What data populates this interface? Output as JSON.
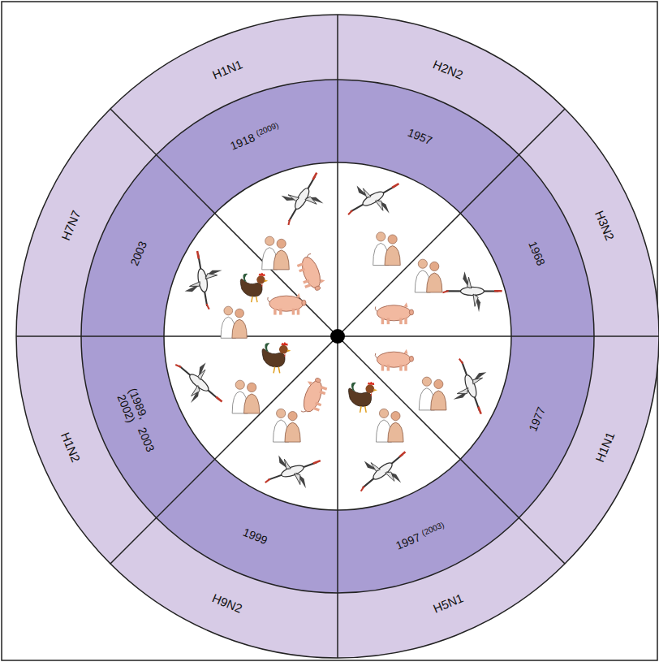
{
  "diagram": {
    "nodes": [
      {
        "text": [
          "H1N1"
        ]
      },
      {
        "text": [
          "1918",
          "(2009)"
        ]
      },
      {
        "text": [
          "H2N2"
        ]
      },
      {
        "text": [
          "1957"
        ]
      },
      {
        "text": [
          "H3N2"
        ]
      },
      {
        "text": [
          "1968"
        ]
      },
      {
        "text": [
          "H1N1"
        ]
      },
      {
        "text": [
          "1977"
        ]
      },
      {
        "text": [
          "H5N1"
        ]
      },
      {
        "text": [
          "1997",
          "(2003)"
        ]
      },
      {
        "text": [
          "H9N2"
        ]
      },
      {
        "text": [
          "1999"
        ]
      },
      {
        "text": [
          "H1N2"
        ]
      },
      {
        "text": [
          "(1989, 2002)",
          "2003"
        ]
      },
      {
        "text": [
          "H7N7"
        ]
      },
      {
        "text": [
          "2003"
        ]
      }
    ]
  }
}
